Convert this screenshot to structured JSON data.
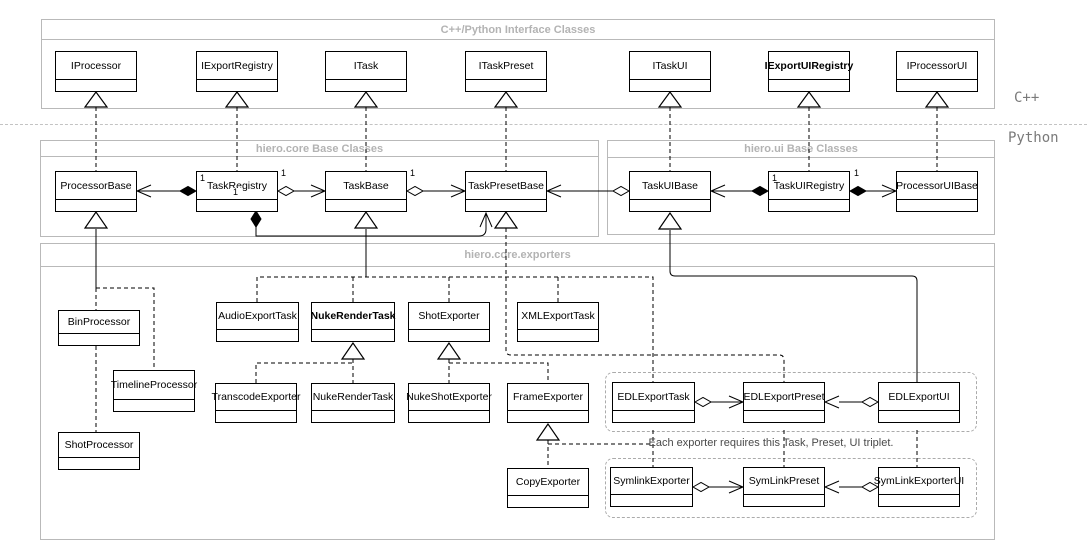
{
  "frames": {
    "interface": {
      "title": "C++/Python Interface Classes"
    },
    "core": {
      "title": "hiero.core Base Classes"
    },
    "ui": {
      "title": "hiero.ui Base Classes"
    },
    "exporters": {
      "title": "hiero.core.exporters"
    }
  },
  "side_labels": {
    "cpp": "C++",
    "python": "Python"
  },
  "note": {
    "triplet": "Each exporter requires this Task, Preset, UI triplet."
  },
  "mult": {
    "one": "1"
  },
  "classes": {
    "iprocessor": "IProcessor",
    "iexportregistry": "IExportRegistry",
    "itask": "ITask",
    "itaskpreset": "ITaskPreset",
    "itaskui": "ITaskUI",
    "iexportuiregistry": "IExportUIRegistry",
    "iprocessorui": "IProcessorUI",
    "processorbase": "ProcessorBase",
    "taskregistry": "TaskRegistry",
    "taskbase": "TaskBase",
    "taskpresetbase": "TaskPresetBase",
    "taskuibase": "TaskUIBase",
    "taskuiregistry": "TaskUIRegistry",
    "processoruibase": "ProcessorUIBase",
    "binprocessor": "BinProcessor",
    "timelineprocessor": "TimelineProcessor",
    "shotprocessor": "ShotProcessor",
    "audioexporttask": "AudioExportTask",
    "nukerendertask_base": "NukeRenderTask",
    "shotexporter": "ShotExporter",
    "xmlexporttask": "XMLExportTask",
    "transcodeexporter": "TranscodeExporter",
    "nukerendertask": "NukeRenderTask",
    "nukeshotexporter": "NukeShotExporter",
    "frameexporter": "FrameExporter",
    "copyexporter": "CopyExporter",
    "edlexporttask": "EDLExportTask",
    "edlexportpreset": "EDLExportPreset",
    "edlexportui": "EDLExportUI",
    "symlinkexporter": "SymlinkExporter",
    "symlinkpreset": "SymLinkPreset",
    "symlinkexporterui": "SymLinkExporterUI"
  },
  "colors": {
    "frame_border": "#b9b9b9",
    "frame_title_text": "#b3b3b3",
    "box_border": "#000000",
    "edge": "#000000",
    "container_dash": "#ababab",
    "note_text": "#4a4a4a",
    "side_label_text": "#7a7a7a"
  }
}
